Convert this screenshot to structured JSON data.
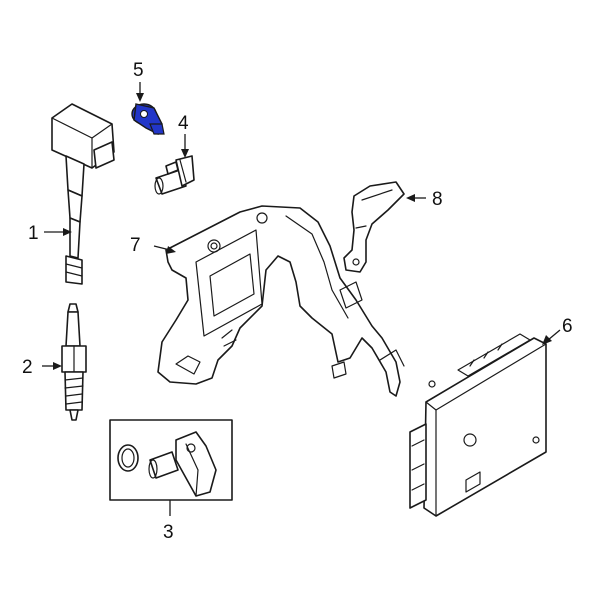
{
  "colors": {
    "line": "#1a1a1a",
    "highlight": "#2236c8",
    "background": "#ffffff"
  },
  "callouts": {
    "c1": "1",
    "c2": "2",
    "c3": "3",
    "c4": "4",
    "c5": "5",
    "c6": "6",
    "c7": "7",
    "c8": "8"
  },
  "parts": [
    {
      "callout": "1",
      "icon": "ignition-coil-icon"
    },
    {
      "callout": "2",
      "icon": "spark-plug-icon"
    },
    {
      "callout": "3",
      "icon": "camshaft-position-sensor-icon"
    },
    {
      "callout": "4",
      "icon": "crankshaft-position-sensor-icon"
    },
    {
      "callout": "5",
      "icon": "knock-sensor-icon",
      "highlighted": true
    },
    {
      "callout": "6",
      "icon": "engine-control-module-icon"
    },
    {
      "callout": "7",
      "icon": "ecm-bracket-icon"
    },
    {
      "callout": "8",
      "icon": "mounting-bracket-icon"
    }
  ]
}
